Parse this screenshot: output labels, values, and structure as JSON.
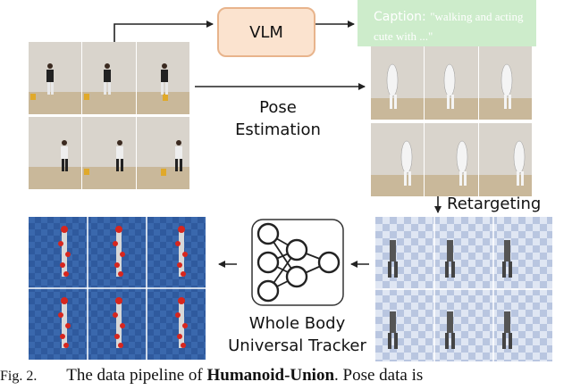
{
  "vlm": {
    "label": "VLM"
  },
  "caption_box": {
    "prefix": "Caption:",
    "text": "\"walking and acting cute with ...\""
  },
  "pose_estimation": {
    "line1": "Pose",
    "line2": "Estimation"
  },
  "retargeting": {
    "label": "Retargeting"
  },
  "tracker": {
    "line1": "Whole Body",
    "line2": "Universal Tracker"
  },
  "figure_caption": {
    "number": "Fig. 2.",
    "text_before": "The data pipeline of",
    "bold": "Humanoid-Union",
    "text_after": ". Pose data is"
  },
  "colors": {
    "vlm_fill": "#fbe3cf",
    "vlm_border": "#e8b48c",
    "caption_fill": "#cdeccb",
    "sim_blue": "#2f5a9e",
    "marker_red": "#d7261e"
  }
}
